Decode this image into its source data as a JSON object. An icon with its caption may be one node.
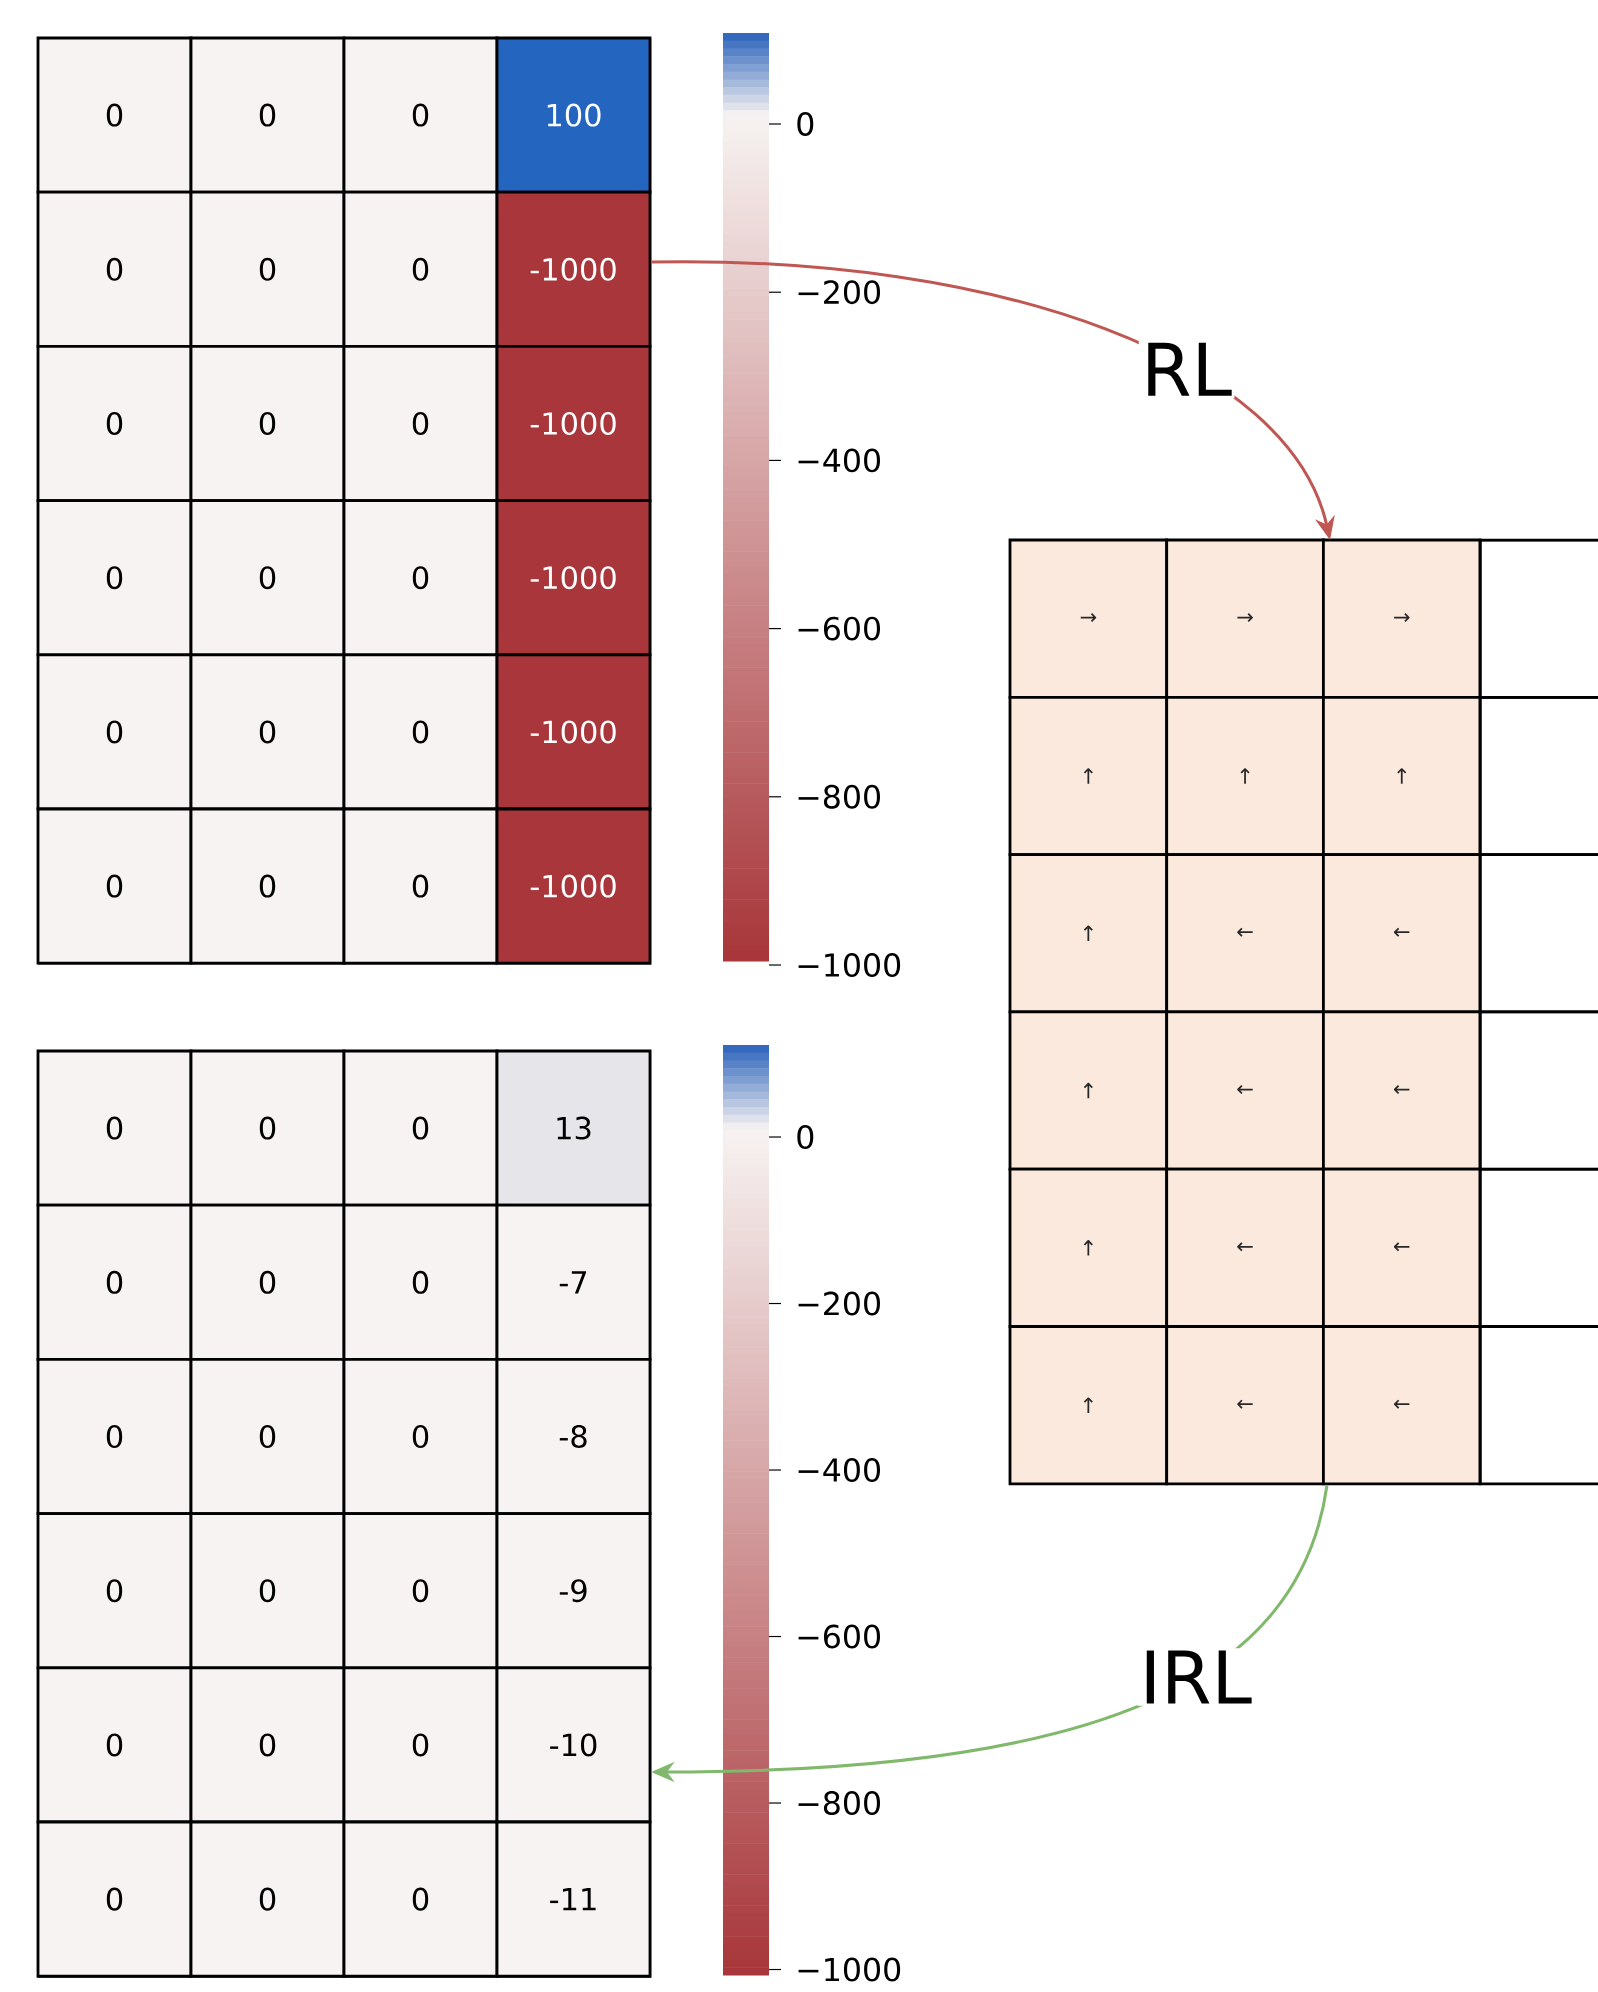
{
  "diagram": {
    "nodes": [
      {
        "text": [
          "0",
          "0",
          "0",
          "100",
          "0",
          "0",
          "0",
          "-1000",
          "0",
          "0",
          "0",
          "-1000",
          "0",
          "0",
          "0",
          "-1000",
          "0",
          "0",
          "0",
          "-1000",
          "0",
          "0",
          "0",
          "-1000"
        ]
      },
      {
        "text": [
          "0",
          "0",
          "0",
          "13",
          "0",
          "0",
          "0",
          "-7",
          "0",
          "0",
          "0",
          "-8",
          "0",
          "0",
          "0",
          "-9",
          "0",
          "0",
          "0",
          "-10",
          "0",
          "0",
          "0",
          "-11"
        ]
      },
      {
        "text": [
          "→",
          "→",
          "→",
          "↑",
          "↑",
          "↑",
          "↑",
          "←",
          "←",
          "↑",
          "←",
          "←",
          "↑",
          "←",
          "←",
          "↑",
          "←",
          "←"
        ]
      }
    ],
    "edges": [
      {
        "from": 0,
        "to": 2,
        "arrow": "to",
        "label": "RL",
        "color": "#bf5753"
      },
      {
        "from": 2,
        "to": 1,
        "arrow": "to",
        "label": "IRL",
        "color": "#80b86c"
      }
    ],
    "labels": [
      "0",
      "−200",
      "−400",
      "−600",
      "−800",
      "−1000",
      "0",
      "−200",
      "−400",
      "−600",
      "−800",
      "−1000"
    ]
  }
}
